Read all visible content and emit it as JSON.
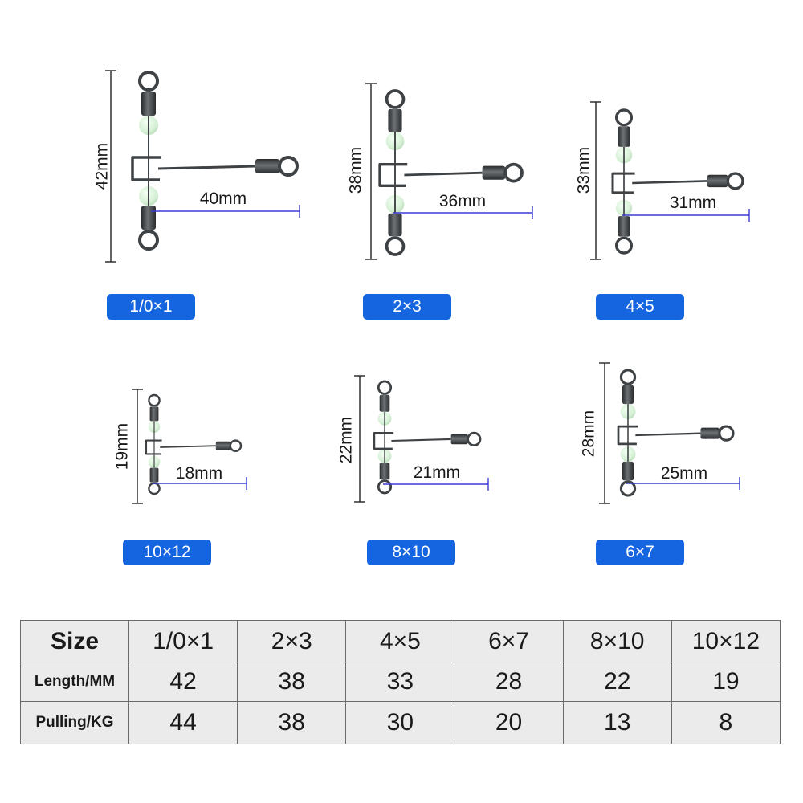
{
  "swivels": [
    {
      "size": "1/0×1",
      "height": "42mm",
      "width": "40mm"
    },
    {
      "size": "2×3",
      "height": "38mm",
      "width": "36mm"
    },
    {
      "size": "4×5",
      "height": "33mm",
      "width": "31mm"
    },
    {
      "size": "10×12",
      "height": "19mm",
      "width": "18mm"
    },
    {
      "size": "8×10",
      "height": "22mm",
      "width": "21mm"
    },
    {
      "size": "6×7",
      "height": "28mm",
      "width": "25mm"
    }
  ],
  "table": {
    "header": {
      "label": "Size",
      "values": [
        "1/0×1",
        "2×3",
        "4×5",
        "6×7",
        "8×10",
        "10×12"
      ]
    },
    "length": {
      "label": "Length/MM",
      "values": [
        "42",
        "38",
        "33",
        "28",
        "22",
        "19"
      ]
    },
    "pulling": {
      "label": "Pulling/KG",
      "values": [
        "44",
        "38",
        "30",
        "20",
        "13",
        "8"
      ]
    }
  },
  "colors": {
    "badge": "#1565e0",
    "bead": "#d8f2d8",
    "metal": "#3f4245",
    "measure_line": "#3b3bd6"
  }
}
